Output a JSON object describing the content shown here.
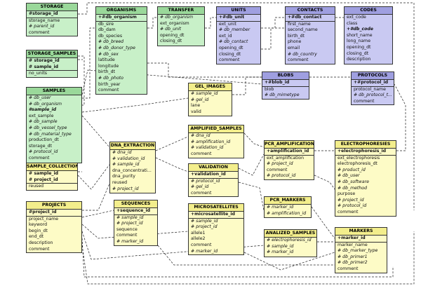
{
  "tables": [
    {
      "id": "storage",
      "title": "STORAGE",
      "color": "green",
      "fields": [
        "#storage_id",
        "storage_name",
        "# parent_id",
        "comment"
      ],
      "pk_count": 1
    },
    {
      "id": "storage_samples",
      "title": "STORAGE_SAMPLES",
      "color": "green",
      "fields": [
        "# storage_id",
        "# sample_id",
        "no_units"
      ],
      "pk_count": 2
    },
    {
      "id": "samples",
      "title": "SAMPLES",
      "color": "green",
      "fields": [
        "# db_user",
        "# db_organism",
        "#sample_id",
        "ext_sample",
        "# db_sample",
        "# db_vessel_type",
        "# db_material_type",
        "production_dt",
        "storage_dt",
        "# protocol_id",
        "comment"
      ],
      "pk_count": 0
    },
    {
      "id": "sample_collection",
      "title": "SAMPLE_COLLECTION",
      "color": "yellow",
      "fields": [
        "# sample_id",
        "# project_id",
        "reused"
      ],
      "pk_count": 2
    },
    {
      "id": "projects",
      "title": "PROJECTS",
      "color": "yellow",
      "fields": [
        "#project_id",
        "project_name",
        "keyword",
        "begin_dt",
        "end_dt",
        "description",
        "comment"
      ],
      "pk_count": 1
    },
    {
      "id": "organisms",
      "title": "ORGANISMS",
      "color": "green",
      "fields": [
        "+#db_organism",
        "db_sire",
        "db_dam",
        "db_species",
        "# db_breed",
        "# db_donor_type",
        "# db_sex",
        "latitude",
        "longitude",
        "birth_dt",
        "# db_photo",
        "birth_year",
        "comment"
      ],
      "pk_count": 1
    },
    {
      "id": "transfer",
      "title": "TRANSFER",
      "color": "green",
      "fields": [
        "# db_organism",
        "ext_organism",
        "# db_unit",
        "opening_dt",
        "closing_dt"
      ],
      "pk_count": 0
    },
    {
      "id": "units",
      "title": "UNITS",
      "color": "blue",
      "fields": [
        "+#db_unit",
        "ext_unit",
        "# db_member",
        "ext_id",
        "# db_contact",
        "opening_dt",
        "closing_dt",
        "comment"
      ],
      "pk_count": 1
    },
    {
      "id": "contacts",
      "title": "CONTACTS",
      "color": "blue",
      "fields": [
        "+#db_contact",
        "first_name",
        "second_name",
        "birth_dt",
        "phone",
        "email",
        "# db_country",
        "comment"
      ],
      "pk_count": 1
    },
    {
      "id": "codes",
      "title": "CODES",
      "color": "blue",
      "fields": [
        "ext_code",
        "class",
        "+#db_code",
        "short_name",
        "long_name",
        "opening_dt",
        "closing_dt",
        "description"
      ],
      "pk_count": 0
    },
    {
      "id": "blobs",
      "title": "BLOBS",
      "color": "blue",
      "fields": [
        "+#blob_id",
        "blob",
        "# db_mimetype"
      ],
      "pk_count": 1
    },
    {
      "id": "protocols",
      "title": "PROTOCOLS",
      "color": "blue",
      "fields": [
        "+#protocol_id",
        "protocol_name",
        "# db_protocol_t...",
        "comment"
      ],
      "pk_count": 1
    },
    {
      "id": "gel_images",
      "title": "GEL_IMAGES",
      "color": "yellow",
      "fields": [
        "# sample_id",
        "# gel_id",
        "lane",
        "valid"
      ],
      "pk_count": 0
    },
    {
      "id": "amplified_samples",
      "title": "AMPLIFIED_SAMPLES",
      "color": "yellow",
      "fields": [
        "# dna_id",
        "# amplification_id",
        "# validation_id",
        "comment"
      ],
      "pk_count": 0
    },
    {
      "id": "dna_extraction",
      "title": "DNA_EXTRACTION",
      "color": "yellow",
      "fields": [
        "# dna_id",
        "# validation_id",
        "# sample_id",
        "dna_concentrati...",
        "dna_purity",
        "reused",
        "# project_id"
      ],
      "pk_count": 0
    },
    {
      "id": "validation",
      "title": "VALIDATION",
      "color": "yellow",
      "fields": [
        "+validation_id",
        "# protocol_id",
        "# gel_id",
        "comment"
      ],
      "pk_count": 1
    },
    {
      "id": "pcr_amplification",
      "title": "PCR_AMPLIFICATION",
      "color": "yellow",
      "fields": [
        "+amplification_id",
        "ext_amplification",
        "# project_id",
        "comment",
        "# protocol_id"
      ],
      "pk_count": 1
    },
    {
      "id": "electrophoresies",
      "title": "ELECTROPHORESIES",
      "color": "yellow",
      "fields": [
        "+electrophoresis_id",
        "ext_electrophoresis",
        "electrophoresis_dt",
        "# product_id",
        "# db_user",
        "# db_software",
        "# db_method",
        "purpose",
        "# project_id",
        "# protocol_id",
        "comment"
      ],
      "pk_count": 1
    },
    {
      "id": "sequences",
      "title": "SEQUENCES",
      "color": "yellow",
      "fields": [
        "+sequence_id",
        "# sample_id",
        "# project_id",
        "sequence",
        "comment",
        "# marker_id"
      ],
      "pk_count": 1
    },
    {
      "id": "microsatellites",
      "title": "MICROSATELLITES",
      "color": "yellow",
      "fields": [
        "+microsatellite_id",
        "# sample_id",
        "# project_id",
        "allele1",
        "allele2",
        "comment",
        "# marker_id"
      ],
      "pk_count": 1
    },
    {
      "id": "pcr_markers",
      "title": "PCR_MARKERS",
      "color": "yellow",
      "fields": [
        "# marker_id",
        "# amplification_id"
      ],
      "pk_count": 0
    },
    {
      "id": "analized_samples",
      "title": "ANALIZED_SAMPLES",
      "color": "yellow",
      "fields": [
        "# electrophoresis_id",
        "# sample_id",
        "# marker_id"
      ],
      "pk_count": 0
    },
    {
      "id": "markers",
      "title": "MARKERS",
      "color": "yellow",
      "fields": [
        "+marker_id",
        "marker_name",
        "# db_marker_type",
        "# db_primer1",
        "# db_primer2",
        "comment"
      ],
      "pk_count": 1
    }
  ]
}
